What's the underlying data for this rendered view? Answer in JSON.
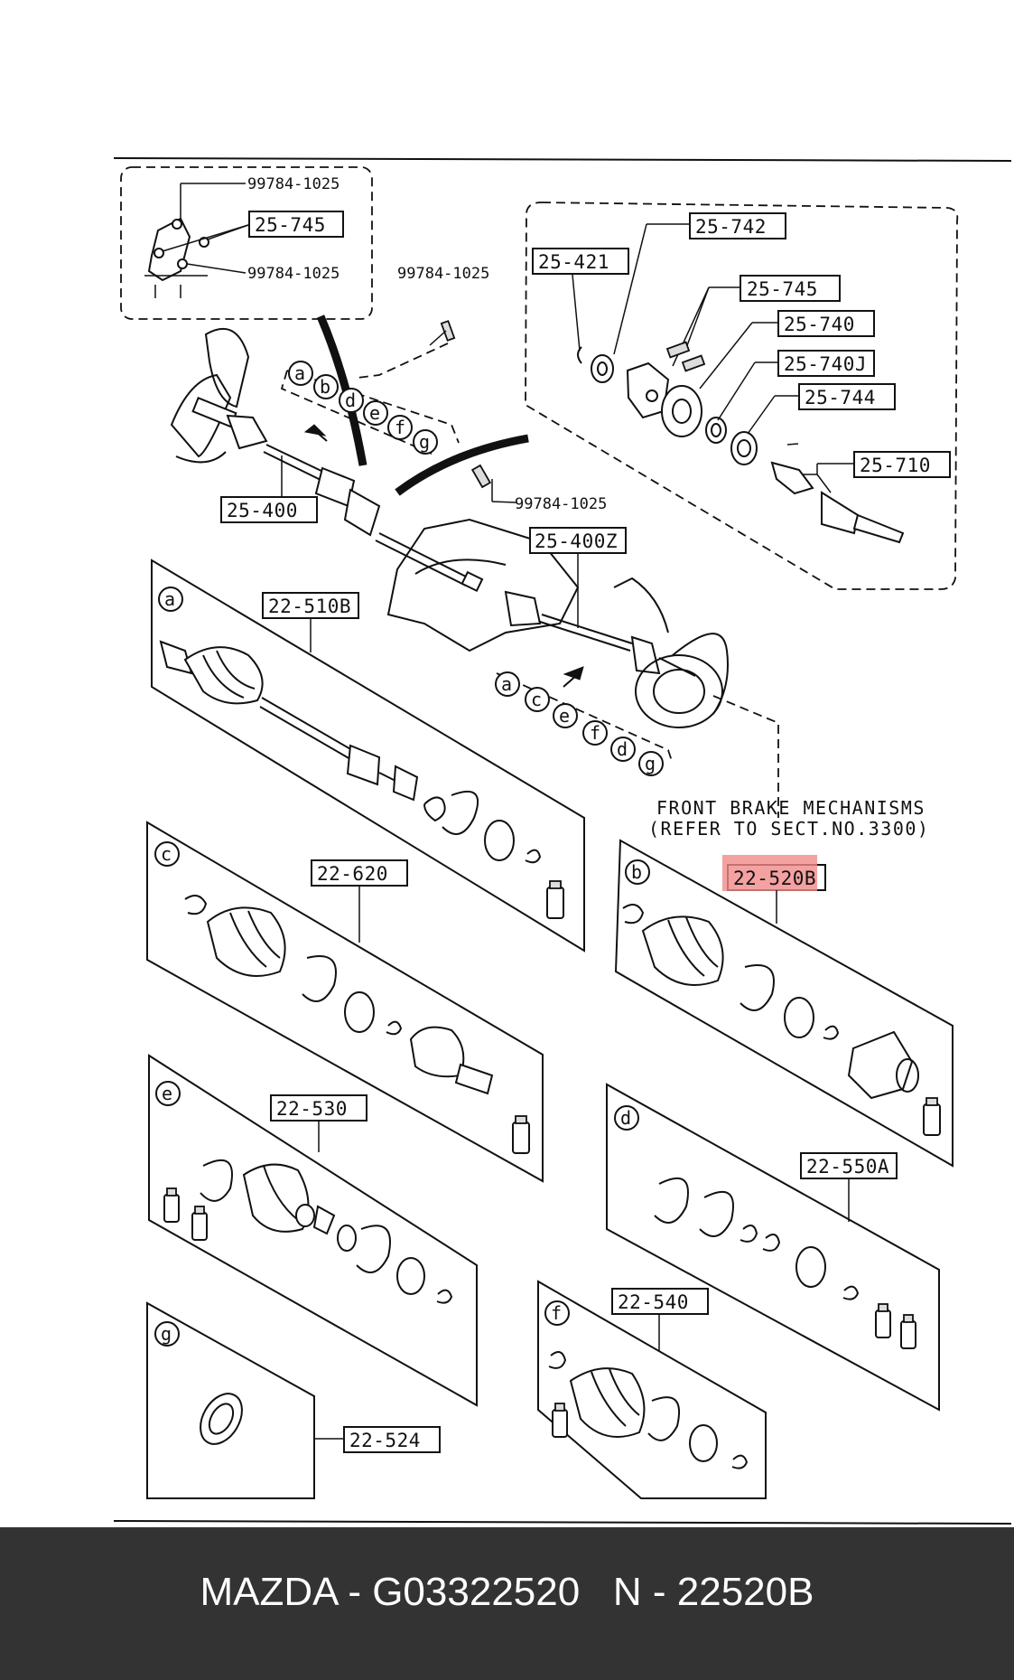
{
  "footer": {
    "text": "MAZDA - G03322520   N - 22520B"
  },
  "highlight_color": "#f08a8a",
  "labels": {
    "bolt_top_1": "99784-1025",
    "bracket_top": "25-745",
    "bolt_top_2": "99784-1025",
    "bolt_mid": "99784-1025",
    "bolt_lower": "99784-1025",
    "shaft_left": "25-400",
    "shaft_right": "25-400Z",
    "p25_742": "25-742",
    "p25_421": "25-421",
    "p25_745": "25-745",
    "p25_740": "25-740",
    "p25_740j": "25-740J",
    "p25_744": "25-744",
    "p25_710": "25-710",
    "p22_510b": "22-510B",
    "p22_620": "22-620",
    "p22_520b": "22-520B",
    "p22_530": "22-530",
    "p22_550a": "22-550A",
    "p22_540": "22-540",
    "p22_524": "22-524"
  },
  "note": {
    "line1": "FRONT BRAKE MECHANISMS",
    "line2": "(REFER TO SECT.NO.3300)"
  },
  "circles": {
    "a": "a",
    "b": "b",
    "c": "c",
    "d": "d",
    "e": "e",
    "f": "f",
    "g": "g"
  }
}
